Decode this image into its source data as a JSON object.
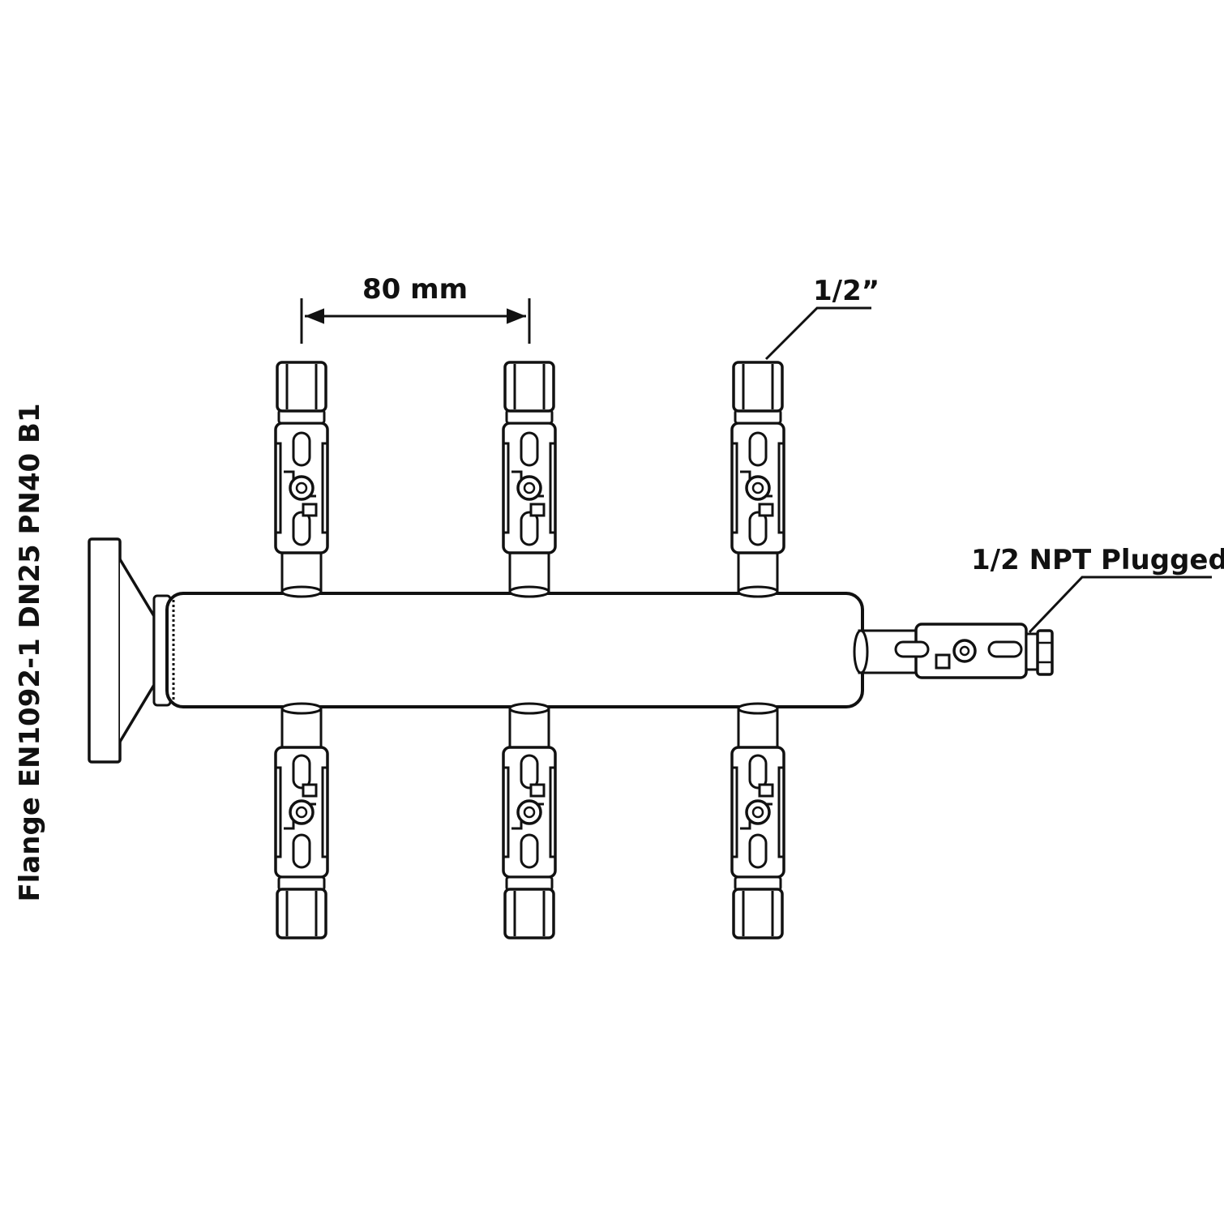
{
  "labels": {
    "spacing": "80 mm",
    "outlet_size": "1/2”",
    "end_port": "1/2 NPT Plugged",
    "flange": "Flange EN1092-1 DN25 PN40 B1"
  },
  "colors": {
    "line": "#111111",
    "background": "#ffffff"
  }
}
